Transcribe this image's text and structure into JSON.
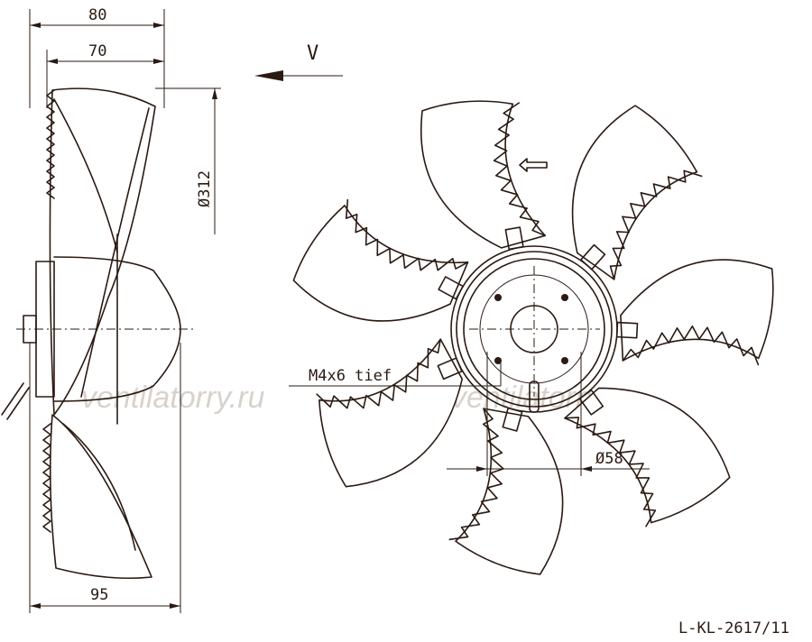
{
  "dimensions": {
    "side_width_total": "80",
    "side_width_blade": "70",
    "side_width_base": "95",
    "diameter": "Ø312",
    "hub_diameter": "Ø58"
  },
  "annotations": {
    "view_label": "V",
    "thread_note": "M4x6 tief"
  },
  "drawing_id": "L-KL-2617/11",
  "watermarks": [
    "ventilatorry.ru",
    "ventilatorry.ru"
  ],
  "front_view": {
    "blade_count": 7
  },
  "colors": {
    "ink": "#2a1a12",
    "watermark": "#d8d2cc"
  }
}
